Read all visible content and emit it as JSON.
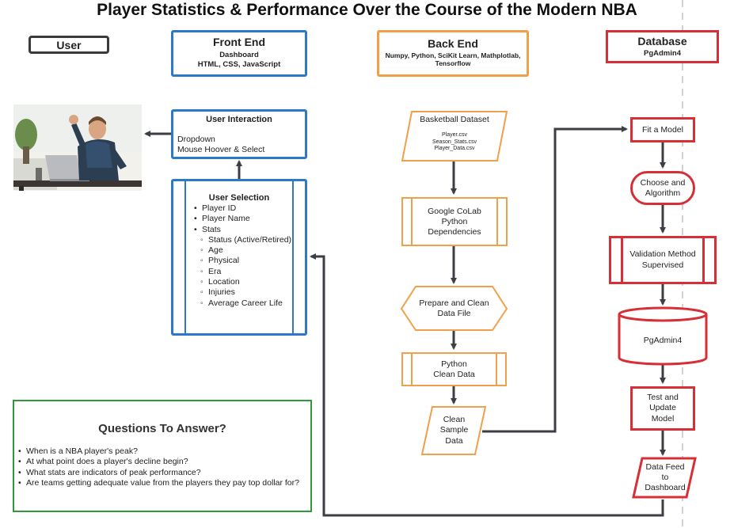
{
  "title": "Player Statistics & Performance Over the Course of the Modern NBA",
  "columns": {
    "user": {
      "label": "User"
    },
    "front_end": {
      "title": "Front End",
      "subtitle": "Dashboard",
      "tech": "HTML, CSS, JavaScript"
    },
    "back_end": {
      "title": "Back End",
      "tech_line1": "Numpy, Python, SciKit Learn, Mathplotlab,",
      "tech_line2": "Tensorflow"
    },
    "database": {
      "title": "Database",
      "subtitle": "PgAdmin4"
    }
  },
  "front_end_nodes": {
    "user_interaction": {
      "title": "User Interaction",
      "line1": "Dropdown",
      "line2": "Mouse Hoover & Select"
    },
    "user_selection": {
      "title": "User Selection",
      "items": [
        "Player ID",
        "Player Name",
        "Stats"
      ],
      "stats_items": [
        "Status (Active/Retired)",
        "Age",
        "Physical",
        "Era",
        "Location",
        "Injuries",
        "Average Career Life"
      ]
    }
  },
  "back_end_nodes": {
    "dataset": {
      "title": "Basketball Dataset",
      "files": [
        "Player.csv",
        "Season_Stats.csv",
        "Player_Data.csv"
      ]
    },
    "colab": {
      "line1": "Google CoLab",
      "line2": "Python",
      "line3": "Dependencies"
    },
    "prepare": {
      "line1": "Prepare and Clean",
      "line2": "Data File"
    },
    "python_clean": {
      "line1": "Python",
      "line2": "Clean Data"
    },
    "clean_sample": {
      "line1": "Clean",
      "line2": "Sample",
      "line3": "Data"
    }
  },
  "database_nodes": {
    "fit_model": {
      "label": "Fit a Model"
    },
    "choose_algorithm": {
      "line1": "Choose and",
      "line2": "Algorithm"
    },
    "validation": {
      "line1": "Validation Method",
      "line2": "Supervised"
    },
    "pgadmin": {
      "label": "PgAdmin4"
    },
    "test_update": {
      "line1": "Test and",
      "line2": "Update",
      "line3": "Model"
    },
    "data_feed": {
      "line1": "Data Feed",
      "line2": "to",
      "line3": "Dashboard"
    }
  },
  "questions": {
    "title": "Questions To Answer?",
    "items": [
      "When is a NBA player's peak?",
      "At what point does a player's decline begin?",
      "What stats are indicators of peak performance?",
      "Are teams getting adequate value from the players they pay top dollar for?"
    ]
  },
  "colors": {
    "blue": "#2e78c8",
    "orange": "#f0a04a",
    "red": "#d72f36",
    "green": "#2e9a3c",
    "connector": "#3b3f44"
  }
}
